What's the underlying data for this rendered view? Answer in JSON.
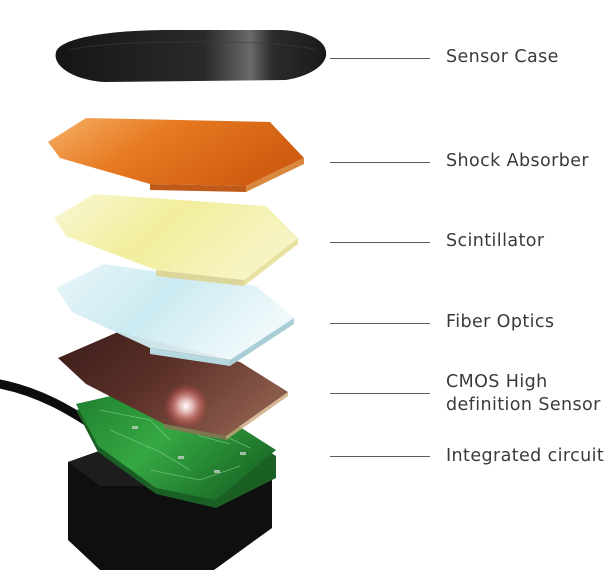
{
  "layers": [
    {
      "id": "sensor-case",
      "label": "Sensor Case"
    },
    {
      "id": "shock-absorber",
      "label": "Shock Absorber"
    },
    {
      "id": "scintillator",
      "label": "Scintillator"
    },
    {
      "id": "fiber-optics",
      "label": "Fiber Optics"
    },
    {
      "id": "cmos-sensor",
      "label_line1": "CMOS High",
      "label_line2": "definition Sensor"
    },
    {
      "id": "integrated-circuit",
      "label": "Integrated circuit"
    }
  ],
  "colors": {
    "label_text": "#3a3a3a",
    "leader_line": "#5a5a5a",
    "case": "#1f1f1f",
    "shock_absorber": "#e8782a",
    "scintillator": "#f3f0b8",
    "fiber_optics": "#d4eef4",
    "cmos": "#4a2620",
    "circuit_board": "#2f9a3c",
    "base": "#111111"
  }
}
